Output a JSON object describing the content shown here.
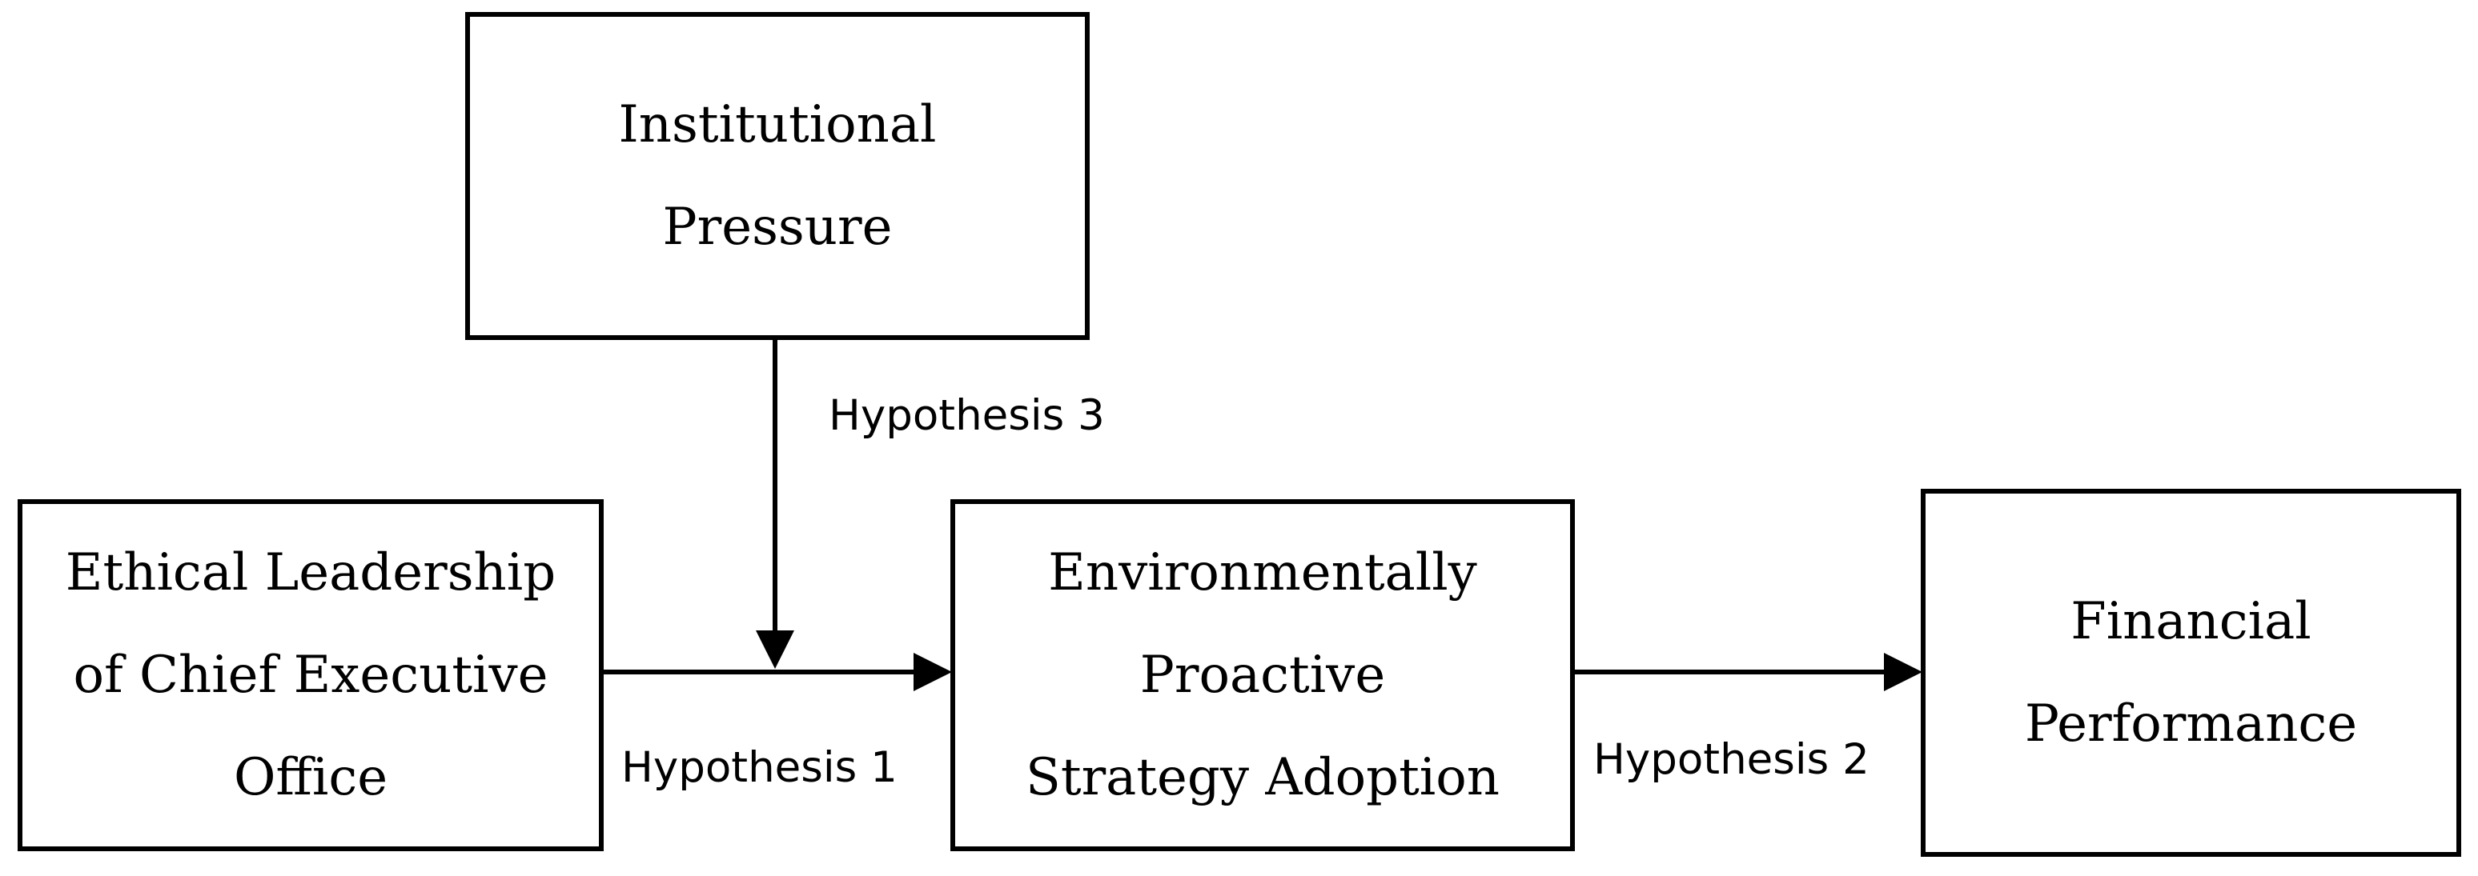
{
  "diagram": {
    "nodes": {
      "institutional_pressure": {
        "lines": [
          "Institutional",
          "Pressure"
        ]
      },
      "ethical_leadership": {
        "lines": [
          "Ethical Leadership",
          "of Chief Executive",
          "Office"
        ]
      },
      "environmental_strategy": {
        "lines": [
          "Environmentally",
          "Proactive",
          "Strategy Adoption"
        ]
      },
      "financial_performance": {
        "lines": [
          "Financial",
          "Performance"
        ]
      }
    },
    "edges": [
      {
        "from": "ethical_leadership",
        "to": "environmental_strategy",
        "label": "Hypothesis 1"
      },
      {
        "from": "environmental_strategy",
        "to": "financial_performance",
        "label": "Hypothesis 2"
      },
      {
        "from": "institutional_pressure",
        "to": "ethical_leadership->environmental_strategy",
        "label": "Hypothesis 3"
      }
    ]
  }
}
